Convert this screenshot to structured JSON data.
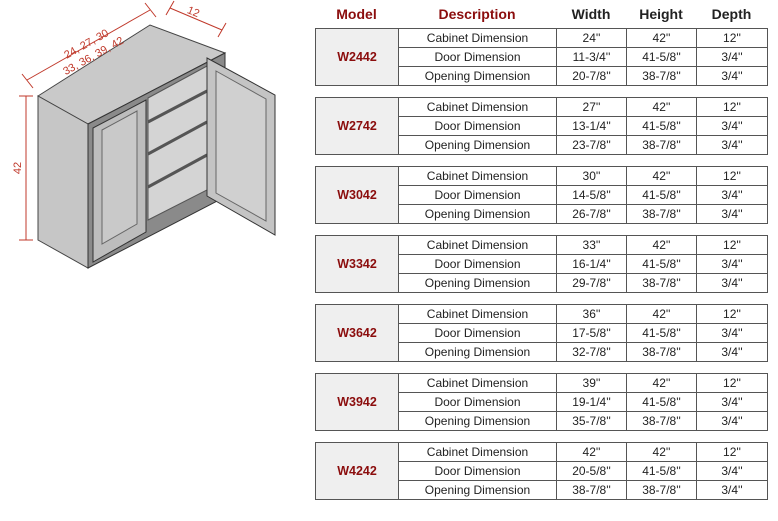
{
  "drawing": {
    "width_label_1": "24, 27, 30",
    "width_label_2": "33, 36, 39, 42",
    "depth_label": "12",
    "height_label": "42"
  },
  "headers": {
    "model": "Model",
    "description": "Description",
    "width": "Width",
    "height": "Height",
    "depth": "Depth"
  },
  "rows": [
    {
      "model": "W2442",
      "lines": [
        {
          "desc": "Cabinet Dimension",
          "width": "24''",
          "height": "42''",
          "depth": "12''"
        },
        {
          "desc": "Door Dimension",
          "width": "11-3/4''",
          "height": "41-5/8''",
          "depth": "3/4''"
        },
        {
          "desc": "Opening Dimension",
          "width": "20-7/8''",
          "height": "38-7/8''",
          "depth": "3/4''"
        }
      ]
    },
    {
      "model": "W2742",
      "lines": [
        {
          "desc": "Cabinet Dimension",
          "width": "27''",
          "height": "42''",
          "depth": "12''"
        },
        {
          "desc": "Door Dimension",
          "width": "13-1/4''",
          "height": "41-5/8''",
          "depth": "3/4''"
        },
        {
          "desc": "Opening Dimension",
          "width": "23-7/8''",
          "height": "38-7/8''",
          "depth": "3/4''"
        }
      ]
    },
    {
      "model": "W3042",
      "lines": [
        {
          "desc": "Cabinet Dimension",
          "width": "30''",
          "height": "42''",
          "depth": "12''"
        },
        {
          "desc": "Door Dimension",
          "width": "14-5/8''",
          "height": "41-5/8''",
          "depth": "3/4''"
        },
        {
          "desc": "Opening Dimension",
          "width": "26-7/8''",
          "height": "38-7/8''",
          "depth": "3/4''"
        }
      ]
    },
    {
      "model": "W3342",
      "lines": [
        {
          "desc": "Cabinet Dimension",
          "width": "33''",
          "height": "42''",
          "depth": "12''"
        },
        {
          "desc": "Door Dimension",
          "width": "16-1/4''",
          "height": "41-5/8''",
          "depth": "3/4''"
        },
        {
          "desc": "Opening Dimension",
          "width": "29-7/8''",
          "height": "38-7/8''",
          "depth": "3/4''"
        }
      ]
    },
    {
      "model": "W3642",
      "lines": [
        {
          "desc": "Cabinet Dimension",
          "width": "36''",
          "height": "42''",
          "depth": "12''"
        },
        {
          "desc": "Door Dimension",
          "width": "17-5/8''",
          "height": "41-5/8''",
          "depth": "3/4''"
        },
        {
          "desc": "Opening Dimension",
          "width": "32-7/8''",
          "height": "38-7/8''",
          "depth": "3/4''"
        }
      ]
    },
    {
      "model": "W3942",
      "lines": [
        {
          "desc": "Cabinet Dimension",
          "width": "39''",
          "height": "42''",
          "depth": "12''"
        },
        {
          "desc": "Door Dimension",
          "width": "19-1/4''",
          "height": "41-5/8''",
          "depth": "3/4''"
        },
        {
          "desc": "Opening Dimension",
          "width": "35-7/8''",
          "height": "38-7/8''",
          "depth": "3/4''"
        }
      ]
    },
    {
      "model": "W4242",
      "lines": [
        {
          "desc": "Cabinet Dimension",
          "width": "42''",
          "height": "42''",
          "depth": "12''"
        },
        {
          "desc": "Door Dimension",
          "width": "20-5/8''",
          "height": "41-5/8''",
          "depth": "3/4''"
        },
        {
          "desc": "Opening Dimension",
          "width": "38-7/8''",
          "height": "38-7/8''",
          "depth": "3/4''"
        }
      ]
    }
  ]
}
